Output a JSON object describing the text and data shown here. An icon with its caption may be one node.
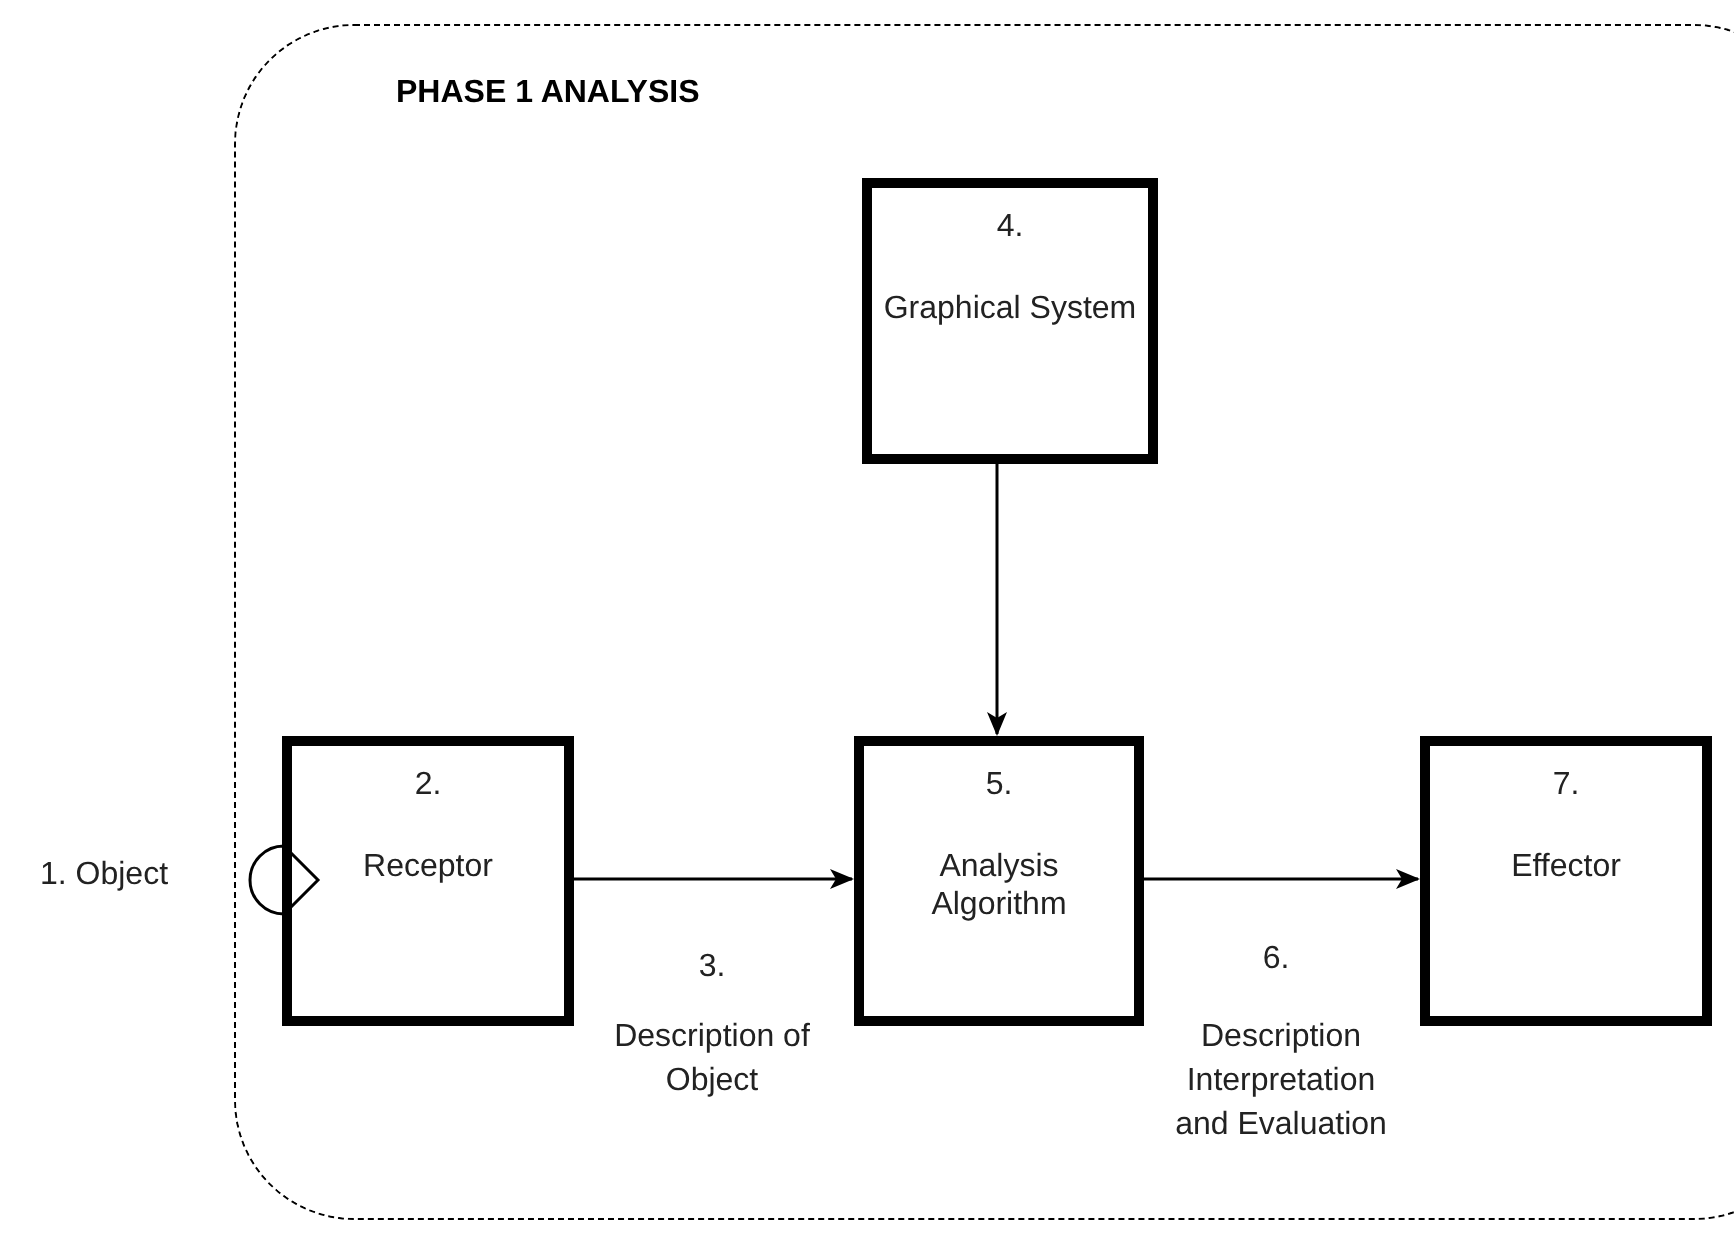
{
  "diagram": {
    "nodes": [
      {
        "text": [
          "PHASE 1 ANALYSIS"
        ]
      },
      {
        "text": [
          "4.",
          "Graphical System"
        ],
        "in": 0
      },
      {
        "text": [
          "2.",
          "Receptor"
        ],
        "in": 0
      },
      {
        "text": [
          "5.",
          "Analysis Algorithm"
        ],
        "in": 0
      },
      {
        "text": [
          "7.",
          "Effector"
        ],
        "in": 0
      }
    ],
    "edges": [
      {
        "from": 1,
        "to": 3,
        "arrow": "to"
      },
      {
        "from": 2,
        "to": 3,
        "arrow": "to",
        "label": "3."
      },
      {
        "from": 3,
        "to": 4,
        "arrow": "to",
        "label": "6."
      }
    ],
    "labels": [
      "1. Object",
      "Description of Object",
      "Description Interpretation and Evaluation"
    ]
  }
}
